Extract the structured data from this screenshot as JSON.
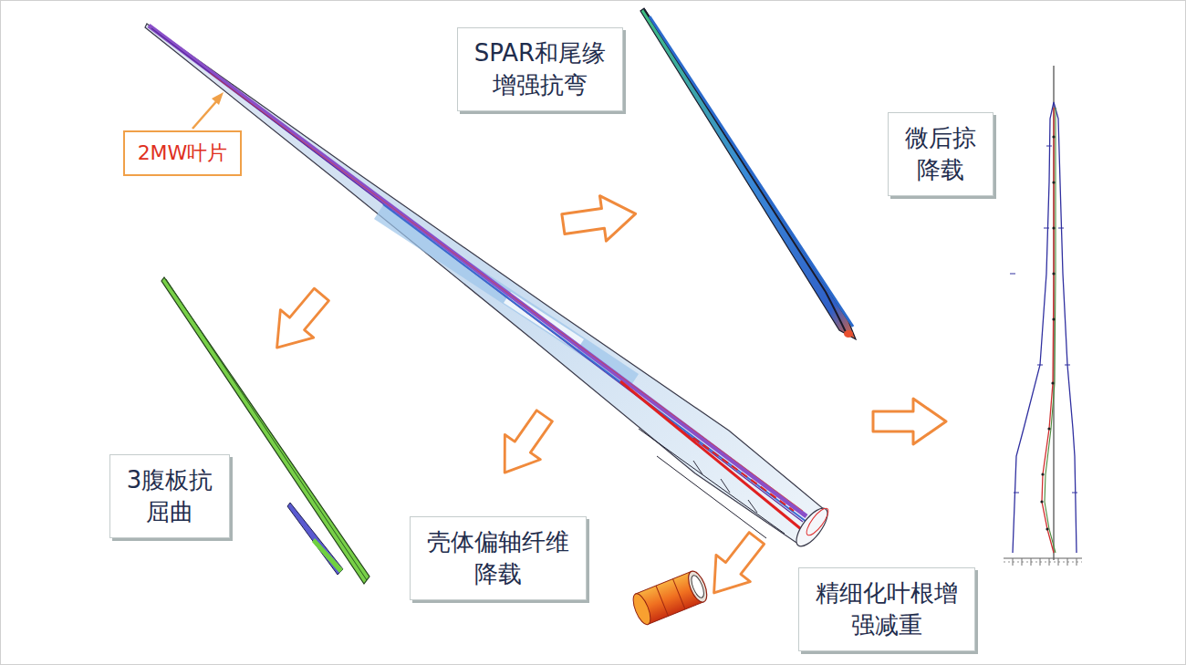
{
  "diagram": {
    "nodes": [
      {
        "text": [
          "SPAR和尾缘 增强抗弯"
        ]
      },
      {
        "text": [
          "2MW叶片"
        ]
      },
      {
        "text": [
          "微后掠 降载"
        ]
      },
      {
        "text": [
          "3腹板抗 屈曲"
        ]
      },
      {
        "text": [
          "壳体偏轴纤维 降载"
        ]
      },
      {
        "text": [
          "精细化叶根增 强减重"
        ]
      }
    ]
  }
}
